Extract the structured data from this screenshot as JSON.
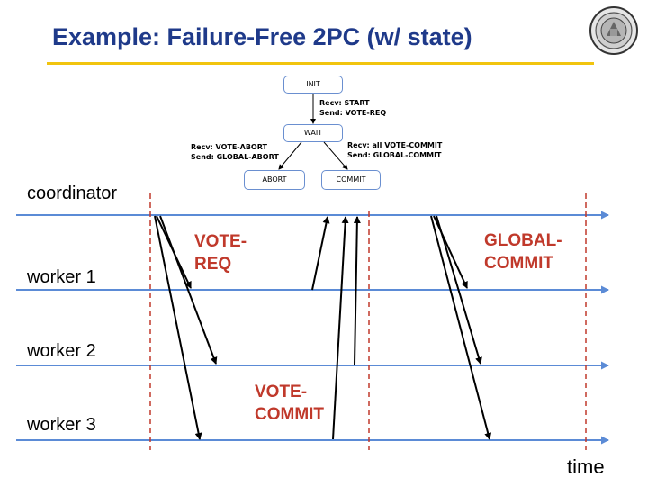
{
  "title": "Example: Failure-Free 2PC (w/ state)",
  "lanes": [
    "coordinator",
    "worker 1",
    "worker 2",
    "worker 3"
  ],
  "messages": {
    "vote_req": [
      "VOTE-",
      "REQ"
    ],
    "global_commit": [
      "GLOBAL-",
      "COMMIT"
    ],
    "vote_commit": [
      "VOTE-",
      "COMMIT"
    ]
  },
  "time_label": "time",
  "state_diagram": {
    "states": {
      "init": "INIT",
      "wait": "WAIT",
      "abort": "ABORT",
      "commit": "COMMIT"
    },
    "transitions": {
      "init_to_wait": [
        "Recv: START",
        "Send: VOTE-REQ"
      ],
      "wait_to_abort": [
        "Recv: VOTE-ABORT",
        "Send: GLOBAL-ABORT"
      ],
      "wait_to_commit": [
        "Recv: all VOTE-COMMIT",
        "Send: GLOBAL-COMMIT"
      ]
    }
  },
  "colors": {
    "timeline": "#5b8bd6",
    "message_line": "#000000",
    "boundary": "#c0392b",
    "message_text": "#c0392b",
    "title": "#1f3a8a",
    "title_rule": "#f1c40f",
    "state_border": "#6a8fd0"
  }
}
